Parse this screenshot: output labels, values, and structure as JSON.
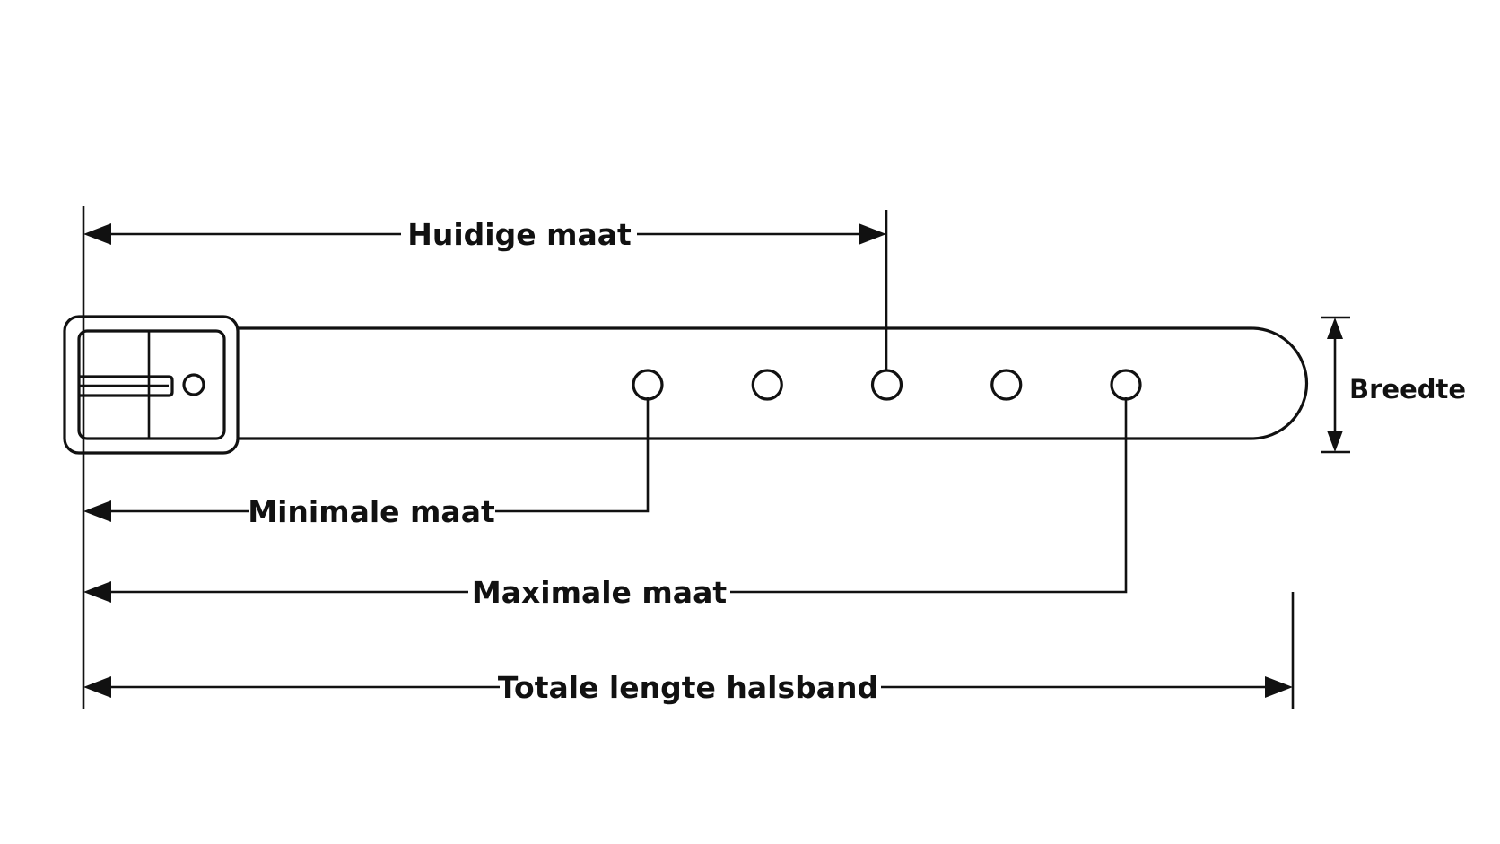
{
  "labels": {
    "current_size": "Huidige maat",
    "minimum_size": "Minimale maat",
    "maximum_size": "Maximale maat",
    "total_length": "Totale lengte halsband",
    "width": "Breedte"
  },
  "holes": {
    "count": 5
  }
}
